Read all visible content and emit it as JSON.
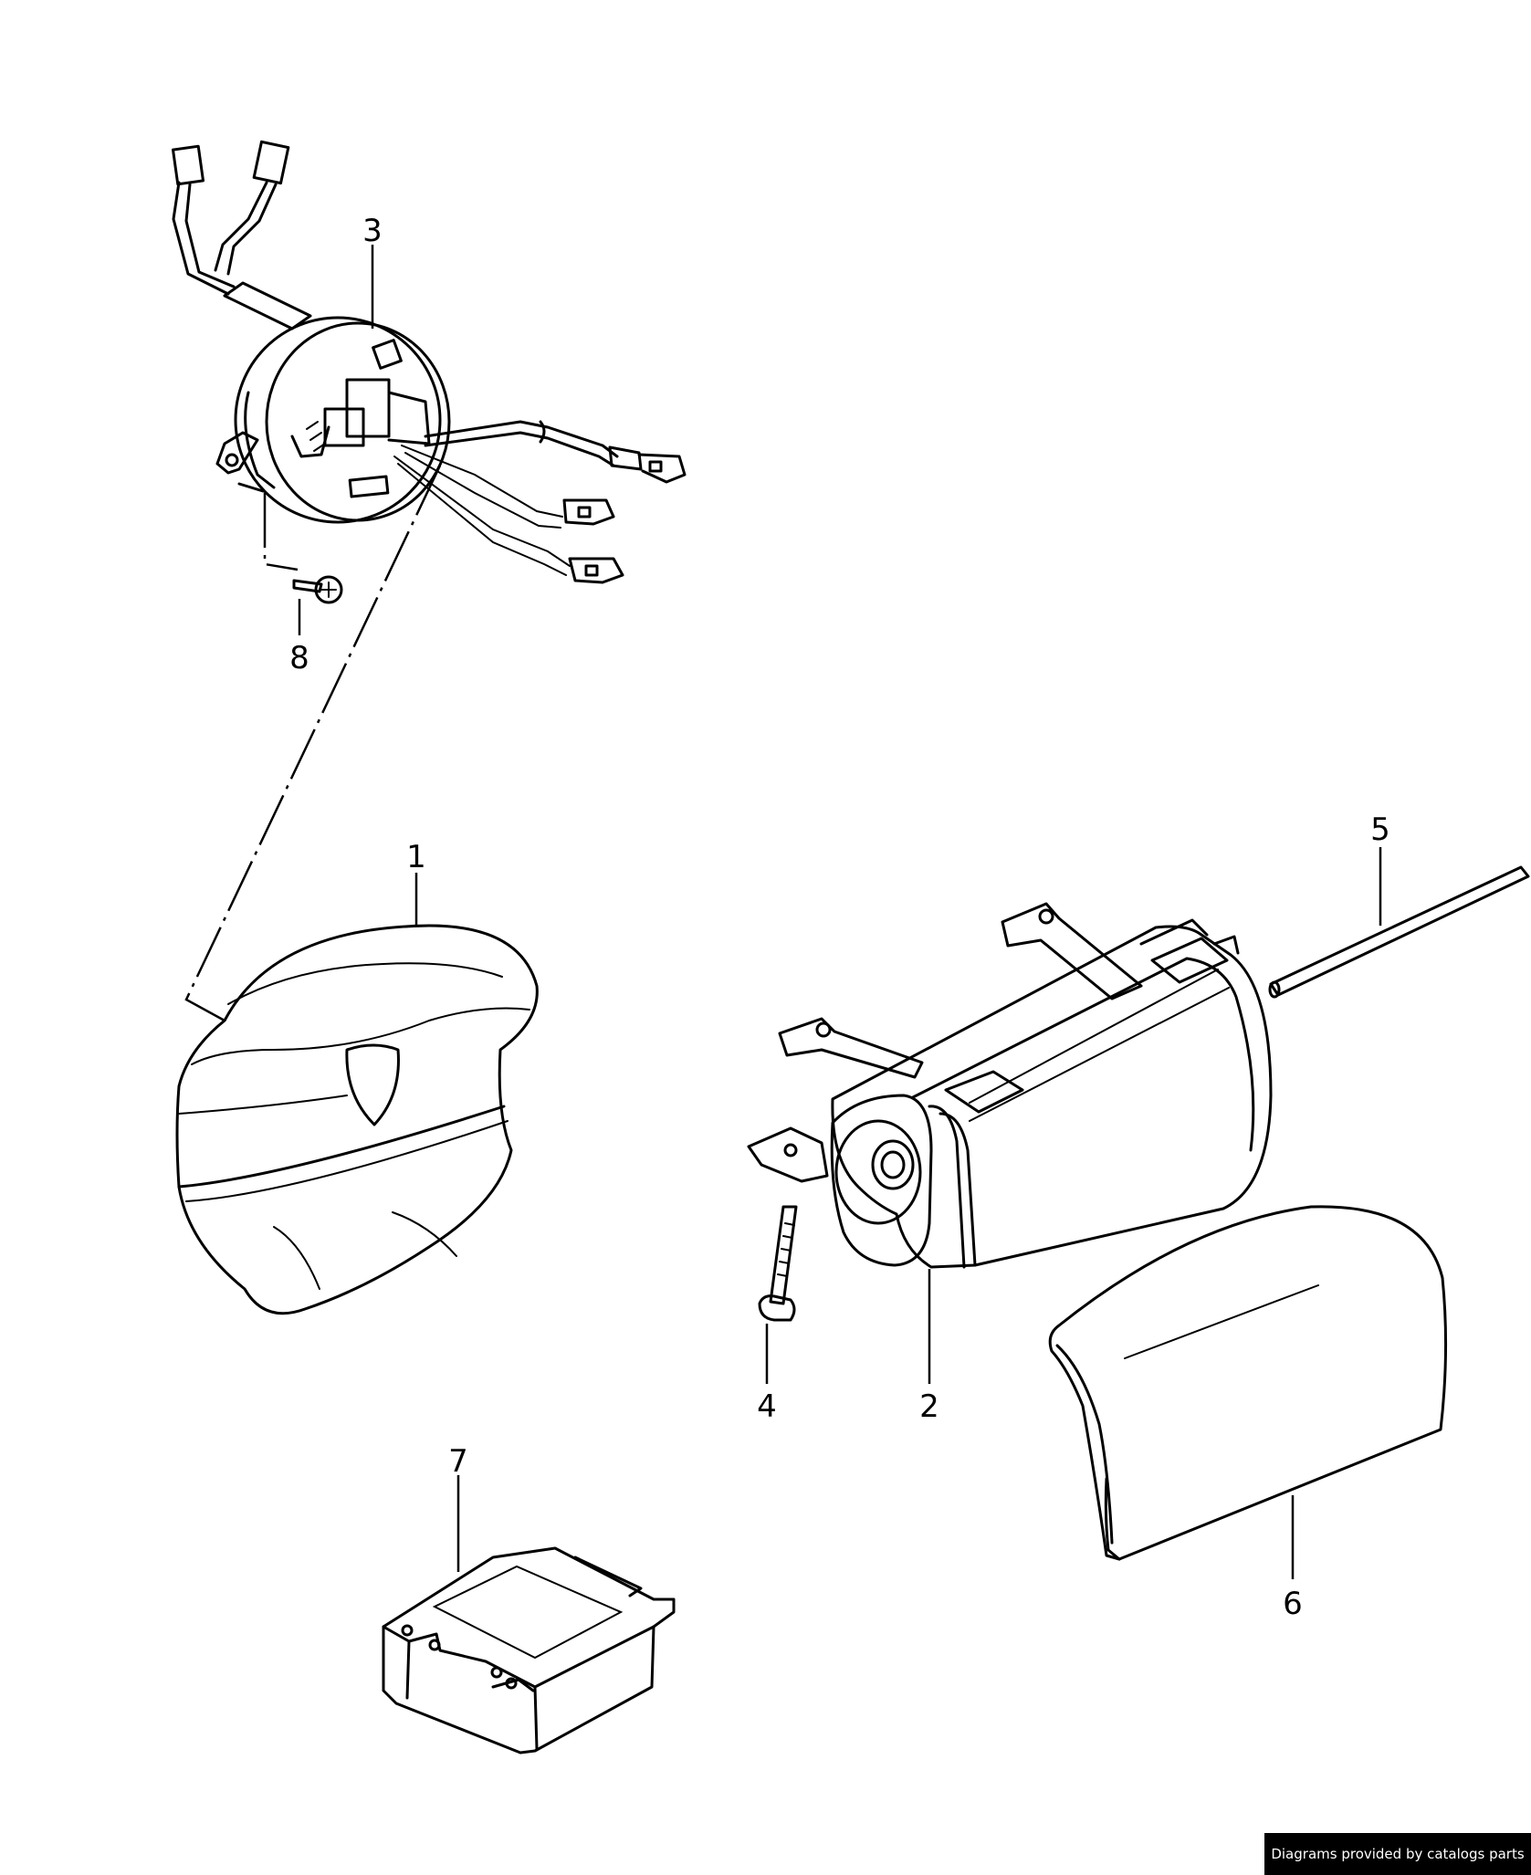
{
  "callouts": [
    {
      "label": "3"
    },
    {
      "label": "8"
    },
    {
      "label": "1"
    },
    {
      "label": "5"
    },
    {
      "label": "4"
    },
    {
      "label": "2"
    },
    {
      "label": "7"
    },
    {
      "label": "6"
    }
  ],
  "footer": {
    "text": "Diagrams provided by catalogs parts"
  }
}
